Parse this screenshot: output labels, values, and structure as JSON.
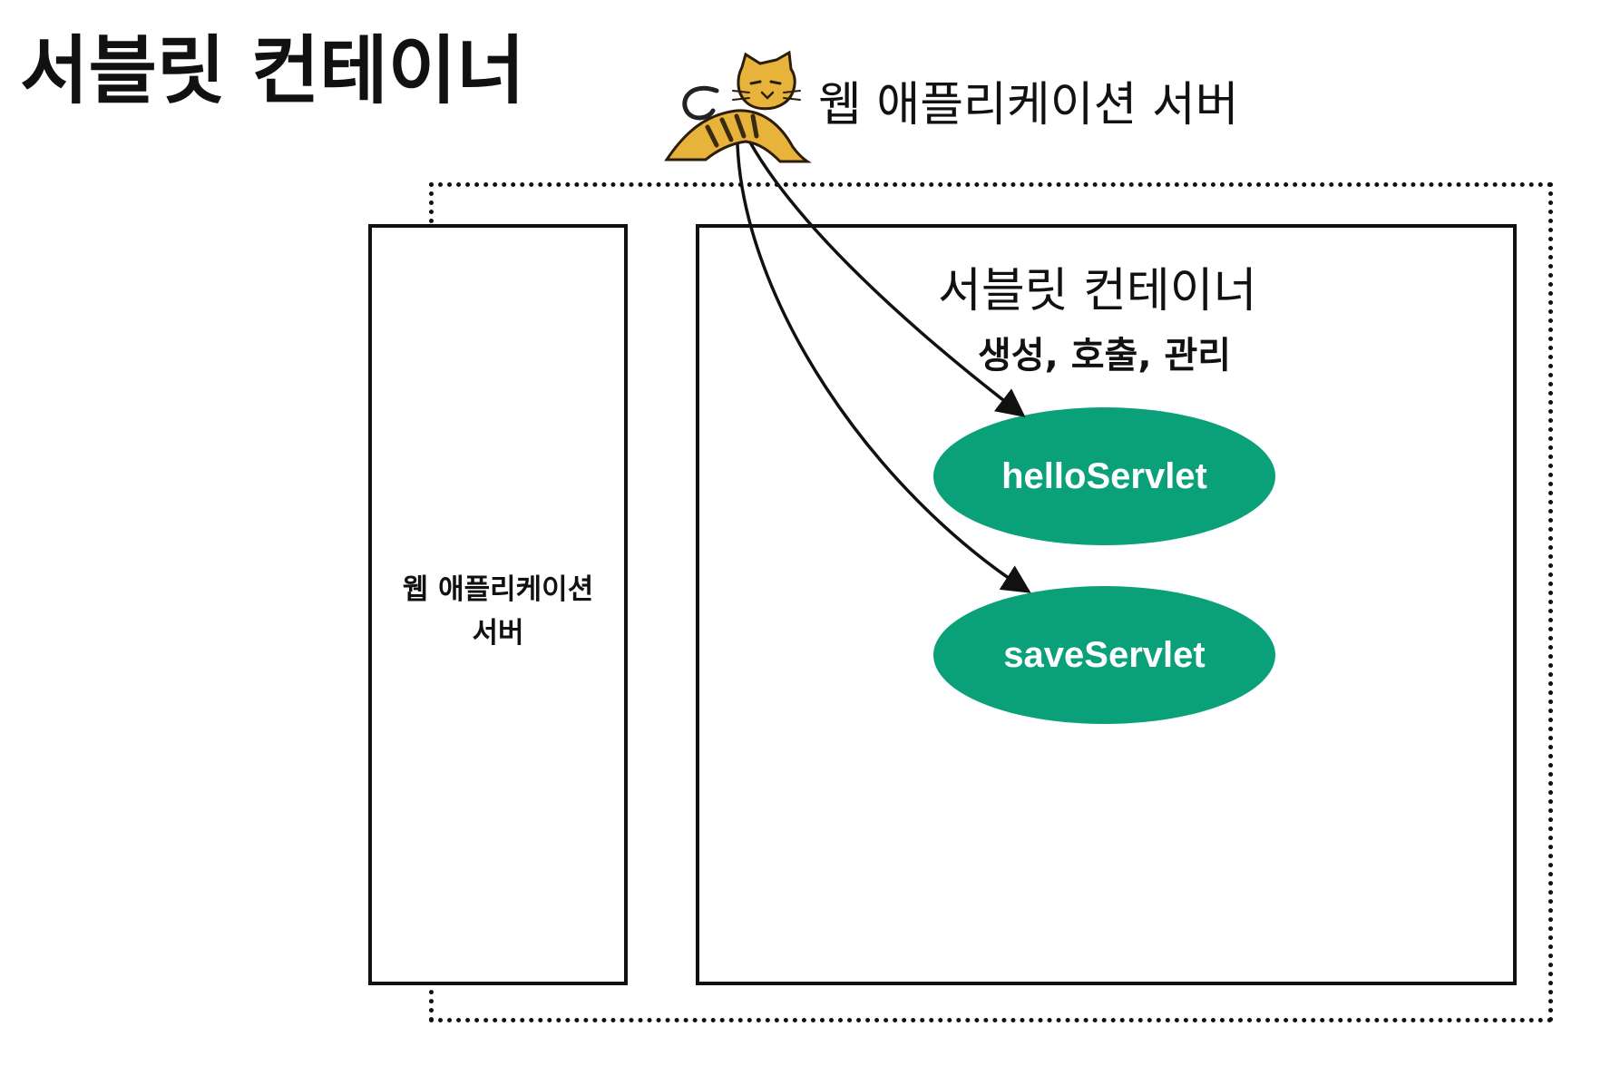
{
  "title": "서블릿 컨테이너",
  "server": {
    "label": "웹 애플리케이션 서버",
    "logo_icon": "tomcat-cat-icon"
  },
  "web_app_server_box": {
    "label_line1": "웹 애플리케이션",
    "label_line2": "서버"
  },
  "servlet_container": {
    "title": "서블릿 컨테이너",
    "subtitle": "생성, 호출, 관리",
    "servlets": [
      {
        "name": "helloServlet"
      },
      {
        "name": "saveServlet"
      }
    ]
  },
  "colors": {
    "servlet_fill": "#0aa07a",
    "line": "#111111",
    "cat_body": "#e8b33a",
    "cat_stripe": "#3b2a12"
  }
}
